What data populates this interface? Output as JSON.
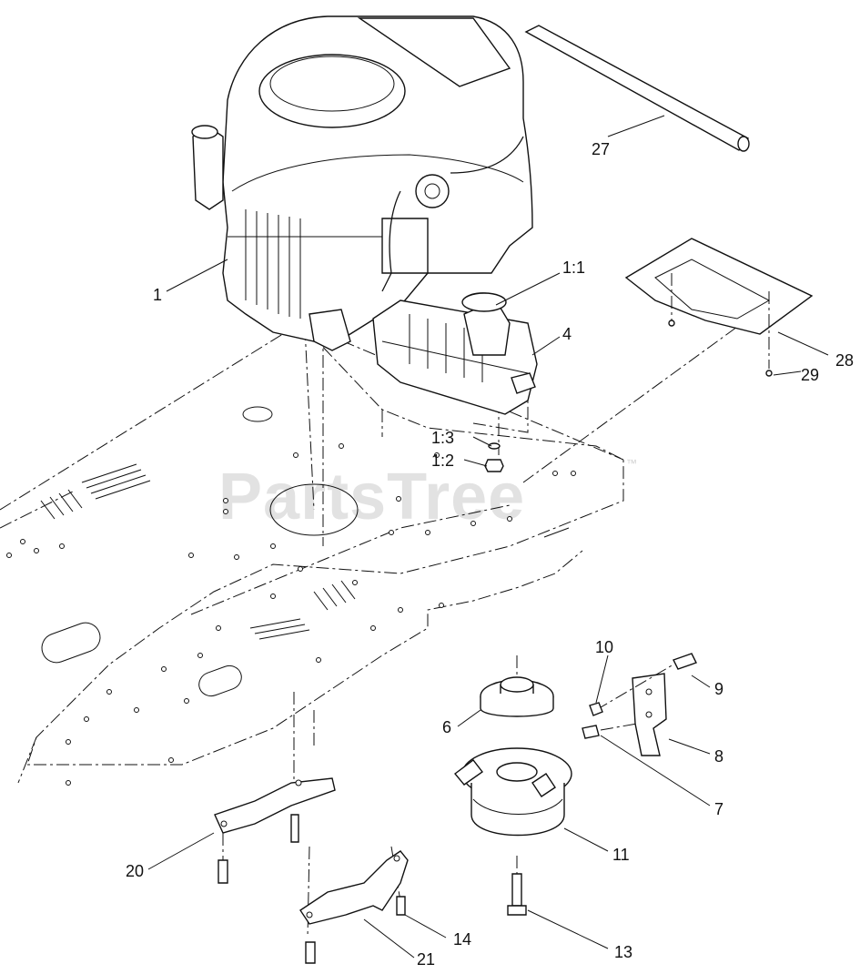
{
  "watermark": {
    "text": "PartsTree",
    "mark": "™",
    "color": "#e2e2e2"
  },
  "callouts": {
    "c1": "1",
    "c1_1": "1:1",
    "c1_2": "1:2",
    "c1_3": "1:3",
    "c4": "4",
    "c6": "6",
    "c7": "7",
    "c8": "8",
    "c9": "9",
    "c10": "10",
    "c11": "11",
    "c13": "13",
    "c14": "14",
    "c20": "20",
    "c21": "21",
    "c27": "27",
    "c28": "28",
    "c29": "29"
  }
}
